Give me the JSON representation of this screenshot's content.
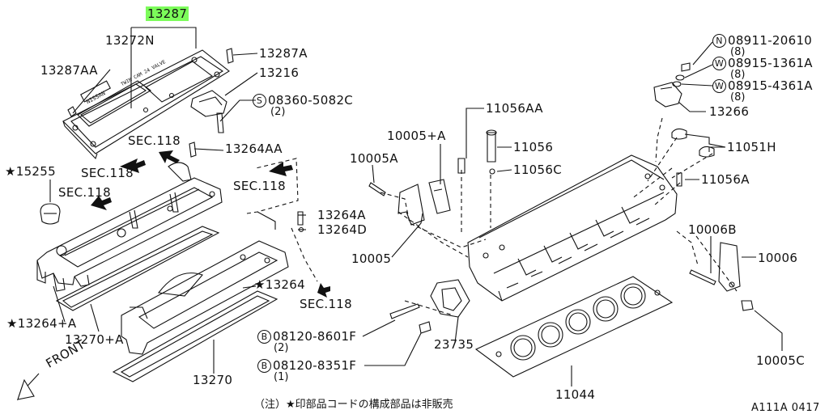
{
  "parts": {
    "p13287": "13287",
    "p13272N": "13272N",
    "p13287AA": "13287AA",
    "p13287A": "13287A",
    "p13216": "13216",
    "s08360": "08360-5082C",
    "s08360_qty": "(2)",
    "sec118_a": "SEC.118",
    "sec118_b": "SEC.118",
    "sec118_c": "SEC.118",
    "sec118_d": "SEC.118",
    "sec118_e": "SEC.118",
    "p13264AA": "13264AA",
    "p15255": "★15255",
    "p13264A": "13264A",
    "p13264D": "13264D",
    "p13264": "★13264",
    "p13264plusA": "★13264+A",
    "p13270plusA": "13270+A",
    "p13270": "13270",
    "b08120_8601F": "08120-8601F",
    "b08120_8601F_qty": "(2)",
    "b08120_8351F": "08120-8351F",
    "b08120_8351F_qty": "(1)",
    "p23735": "23735",
    "p11044": "11044",
    "p10005": "10005",
    "p10005A": "10005A",
    "p10005plusA": "10005+A",
    "p11056AA": "11056AA",
    "p11056": "11056",
    "p11056C": "11056C",
    "p11051H": "11051H",
    "p11056A": "11056A",
    "p13266": "13266",
    "n08911": "08911-20610",
    "n08911_qty": "(8)",
    "w08915_1361A": "08915-1361A",
    "w08915_1361A_qty": "(8)",
    "w08915_4361A": "08915-4361A",
    "w08915_4361A_qty": "(8)",
    "p10006B": "10006B",
    "p10006": "10006",
    "p10005C": "10005C"
  },
  "symbols": {
    "S": "S",
    "B": "B",
    "N": "N",
    "W": "W"
  },
  "front_label": "FRONT",
  "footnote": "（注）★印部品コードの構成部品は非販売",
  "diagram_code": "A111A 0417",
  "highlight_color": "#7CFC5A"
}
